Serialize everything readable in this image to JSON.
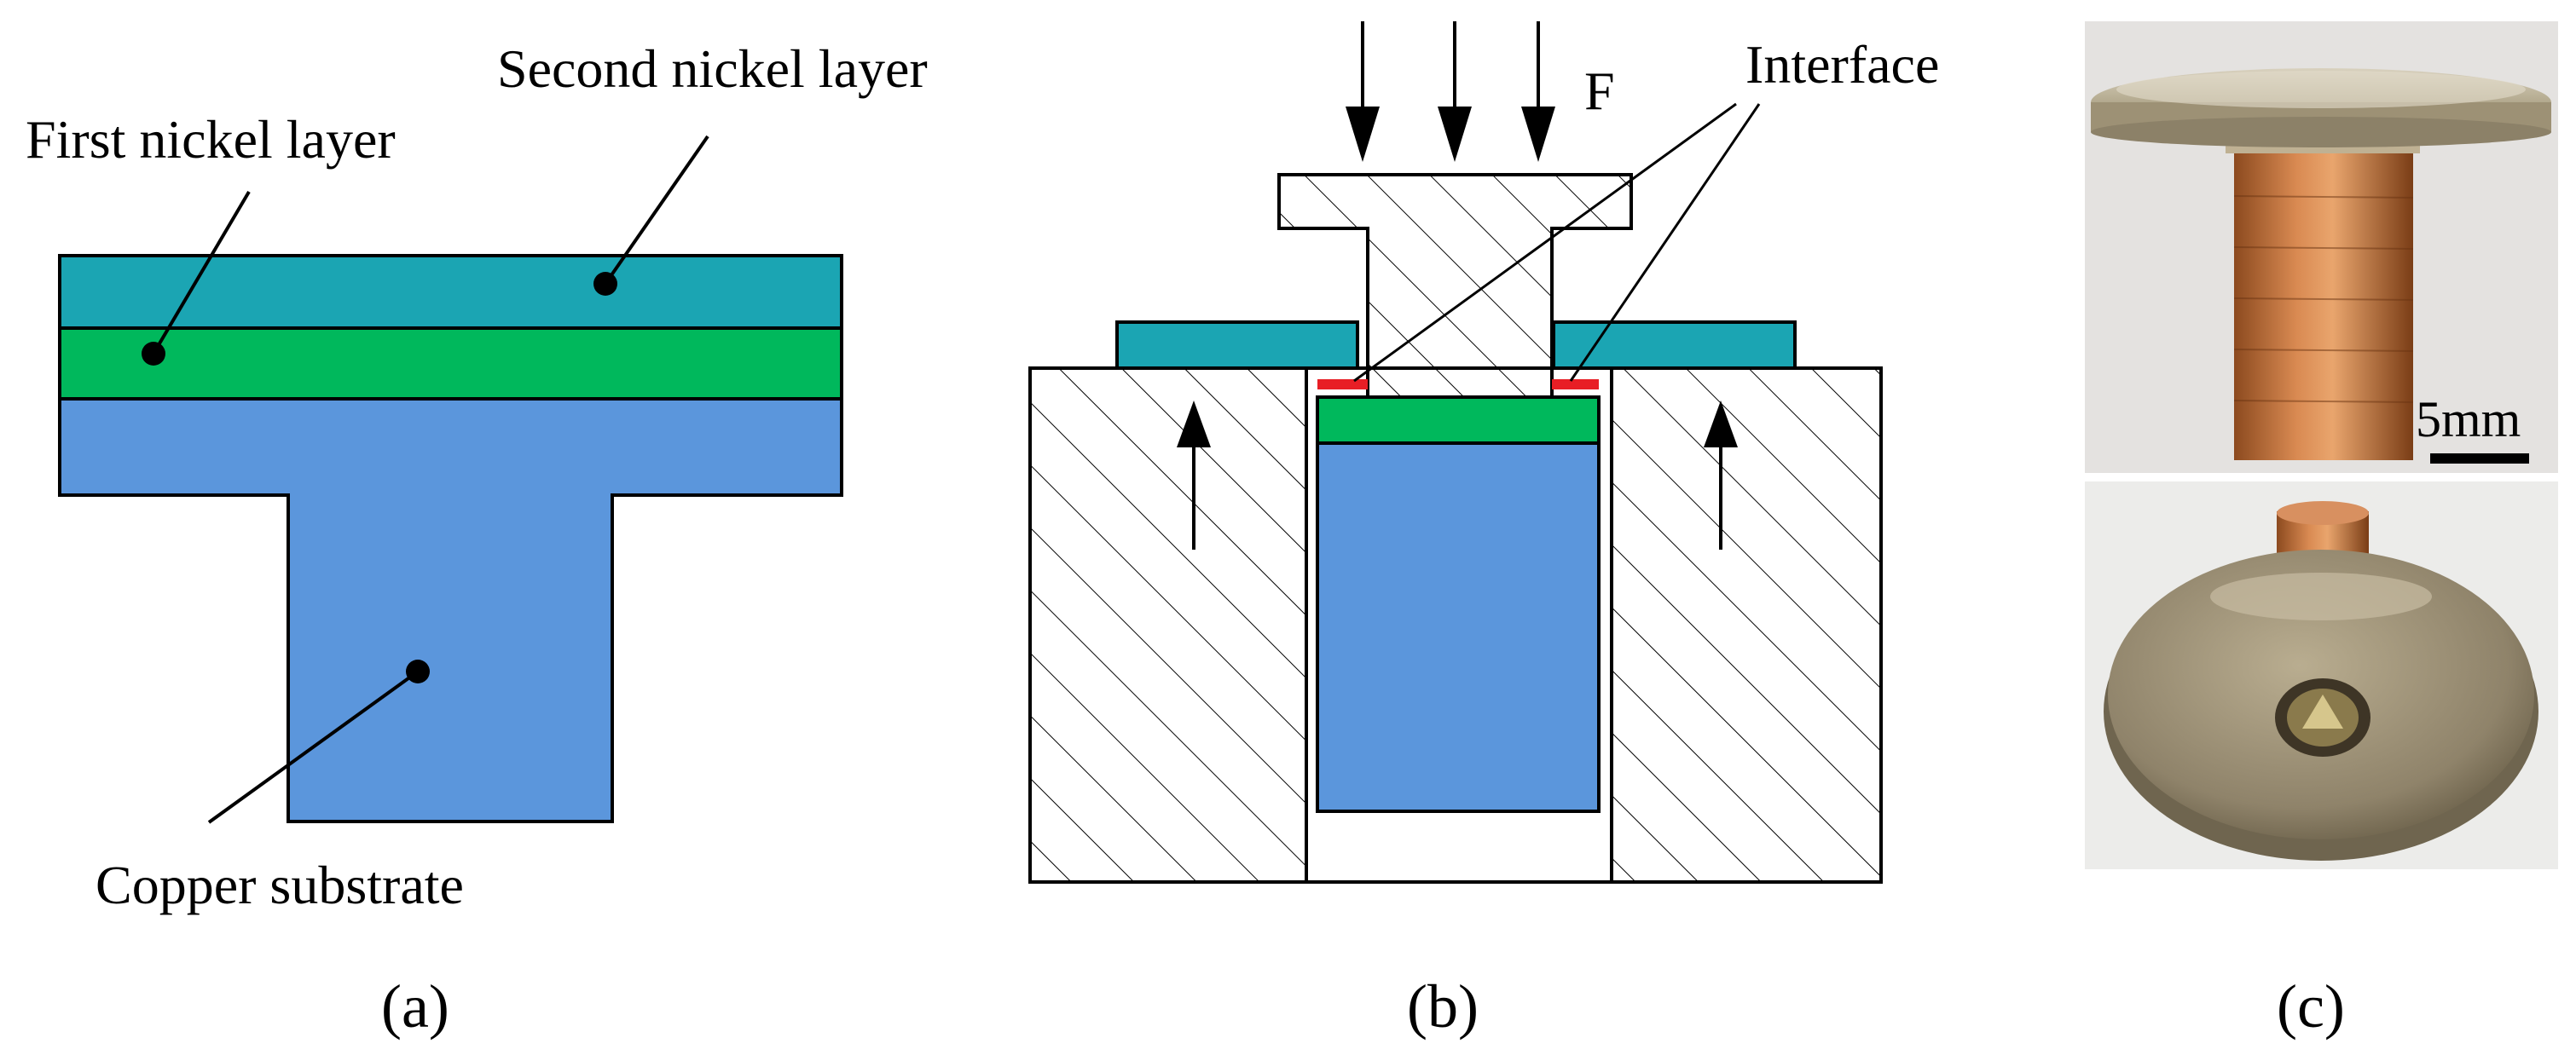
{
  "colors": {
    "second_nickel": "#1ba5b3",
    "first_nickel": "#00b85c",
    "copper": "#5b96dc",
    "interface": "#e81e25",
    "outline": "#000000",
    "background": "#ffffff"
  },
  "panel_a": {
    "second_nickel_label": "Second nickel layer",
    "first_nickel_label": "First nickel layer",
    "copper_label": "Copper substrate",
    "caption": "(a)"
  },
  "panel_b": {
    "force_label": "F",
    "interface_label": "Interface",
    "caption": "(b)"
  },
  "panel_c": {
    "scale_bar_label": "5mm",
    "caption": "(c)"
  }
}
